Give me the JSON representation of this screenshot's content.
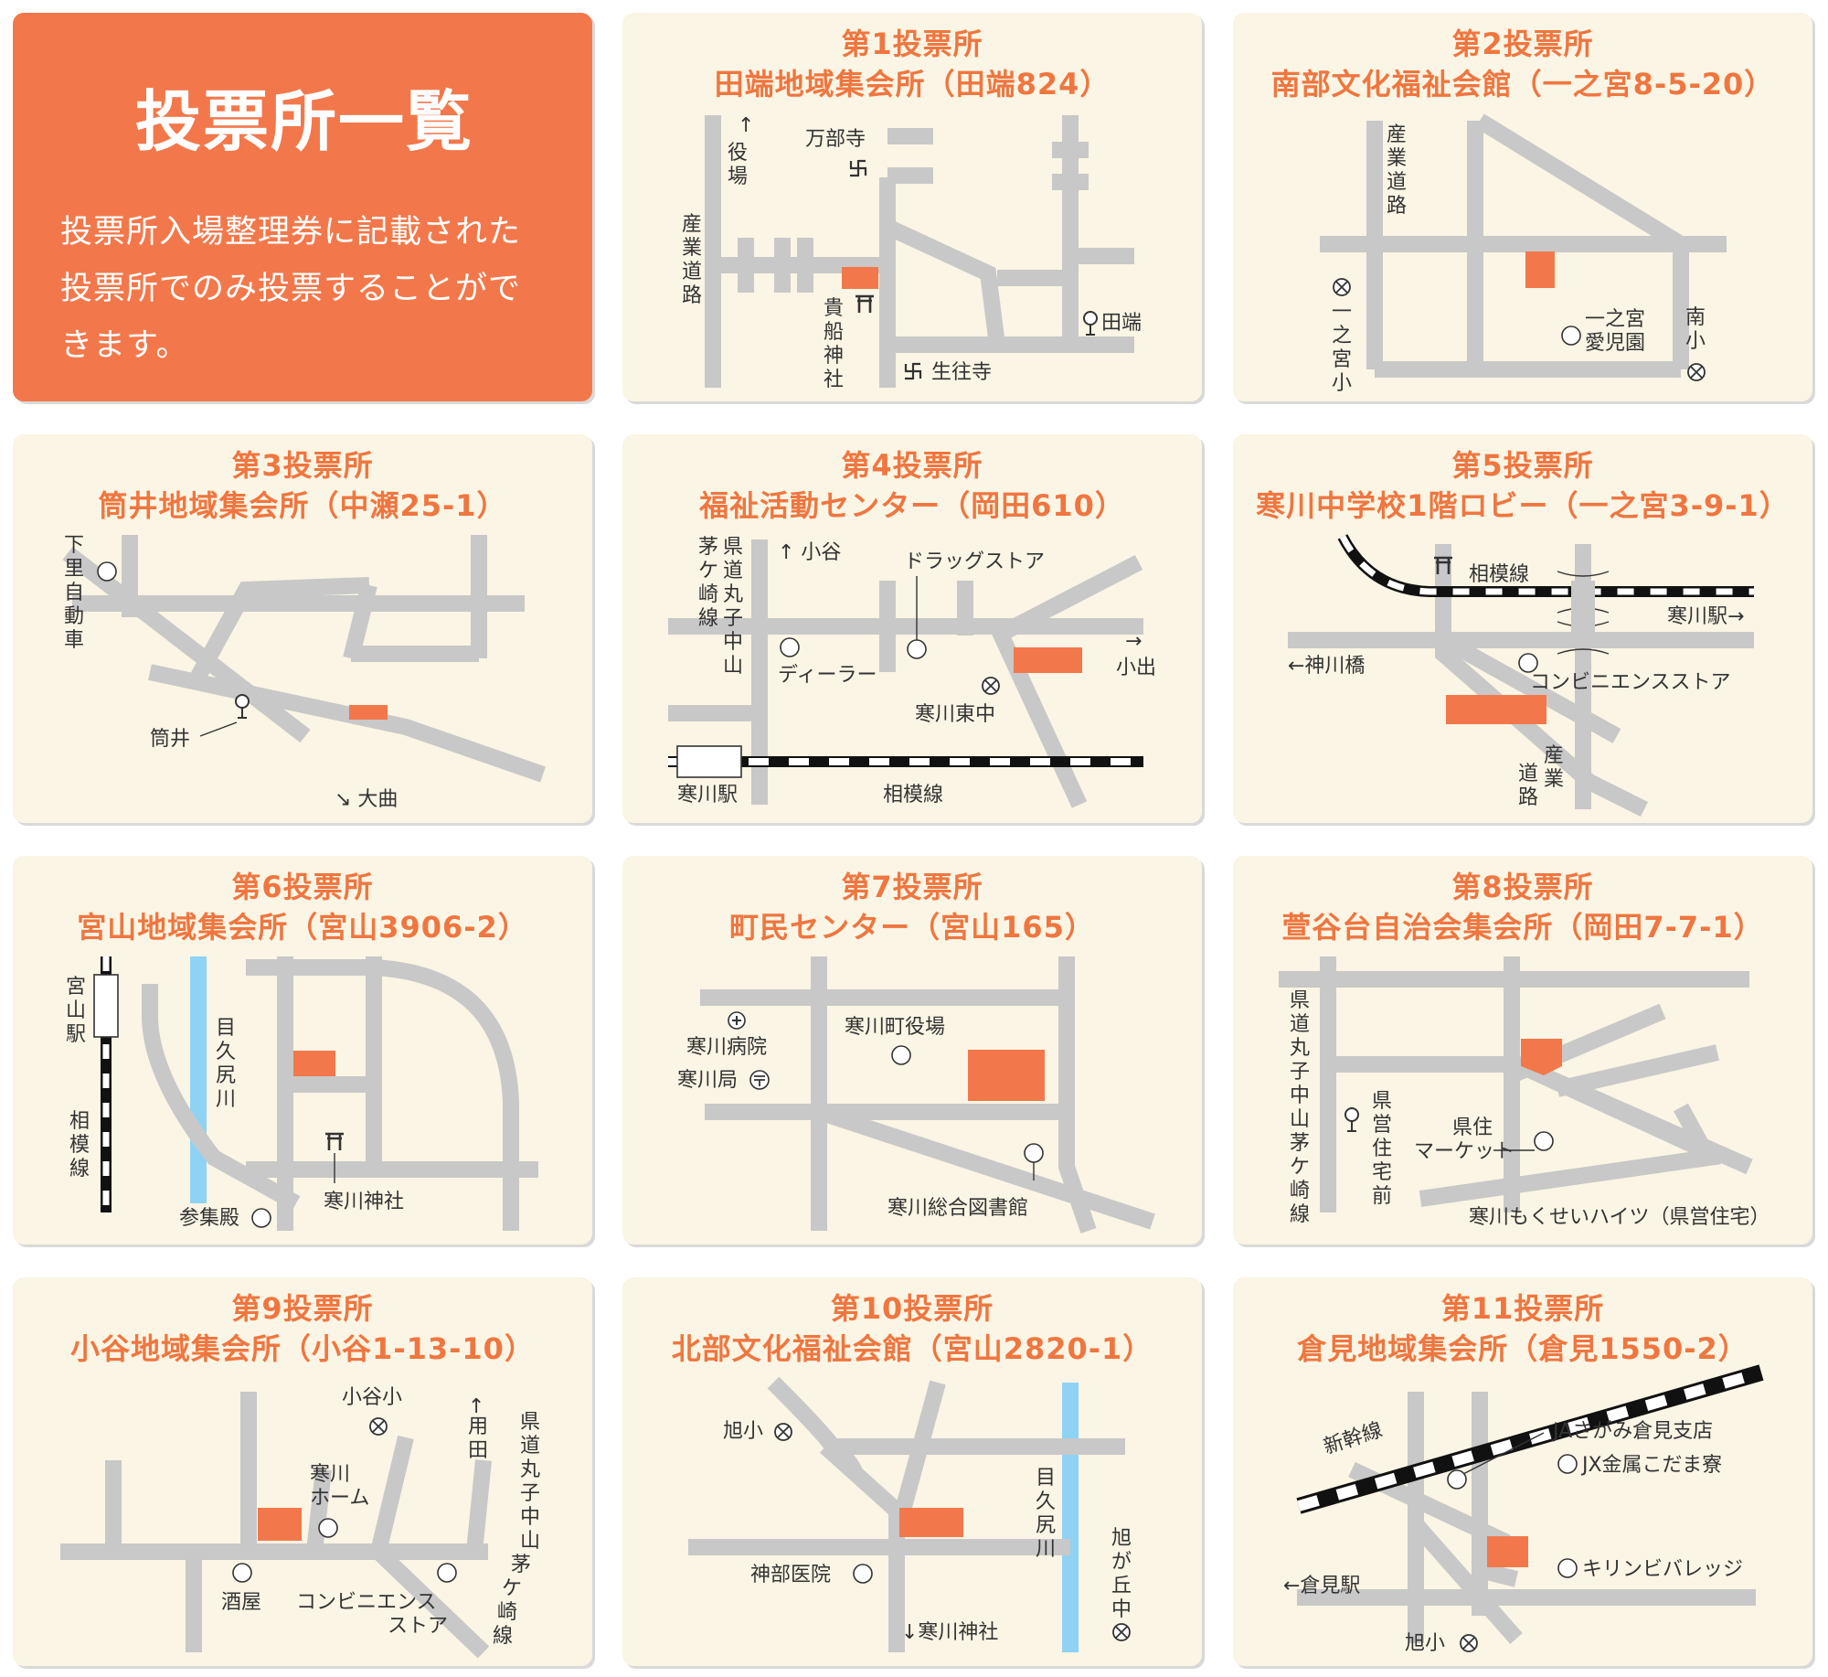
{
  "header": {
    "title": "投票所一覧",
    "lines": [
      "投票所入場整理券に記載された",
      "投票所でのみ投票することがで",
      "きます。"
    ]
  },
  "colors": {
    "accent": "#f2784b",
    "card_bg": "#faf5e4",
    "road": "#c8c8c8",
    "river": "#8fd3f4"
  },
  "stations": [
    {
      "num": "第1投票所",
      "name": "田端地域集会所（田端824）",
      "labels": {
        "yakuba": "役場",
        "arrow_up": "↑",
        "manbuji": "万部寺",
        "sangyo": "産業道路",
        "kifune": "貴船神社",
        "tabata": "田端",
        "shojoji": "生往寺"
      }
    },
    {
      "num": "第2投票所",
      "name": "南部文化福祉会館（一之宮8-5-20）",
      "labels": {
        "sangyo": "産業道路",
        "ichinomiya_sho": "一之宮小",
        "aiji": "一之宮愛児園",
        "aiji1": "一之宮",
        "aiji2": "愛児園",
        "nansho": "南小"
      }
    },
    {
      "num": "第3投票所",
      "name": "筒井地域集会所（中瀬25-1）",
      "labels": {
        "shimori": "下里自動車",
        "tsutsui": "筒井",
        "omagari": "↘ 大曲"
      }
    },
    {
      "num": "第4投票所",
      "name": "福祉活動センター（岡田610）",
      "labels": {
        "kendo": "県道丸子中山茅ケ崎線",
        "koya": "↑ 小谷",
        "drug": "ドラッグストア",
        "dealer": "ディーラー",
        "koide_arrow": "→",
        "koide": "小出",
        "higashi": "寒川東中",
        "station": "寒川駅",
        "line": "相模線"
      }
    },
    {
      "num": "第5投票所",
      "name": "寒川中学校1階ロビー（一之宮3-9-1）",
      "labels": {
        "line": "相模線",
        "station": "寒川駅→",
        "kamikawa": "←神川橋",
        "conv": "コンビニエンスストア",
        "sangyo": "産業道路"
      }
    },
    {
      "num": "第6投票所",
      "name": "宮山地域集会所（宮山3906-2）",
      "labels": {
        "station": "宮山駅",
        "line": "相模線",
        "river": "目久尻川",
        "shrine": "寒川神社",
        "sanshu": "参集殿"
      }
    },
    {
      "num": "第7投票所",
      "name": "町民センター（宮山165）",
      "labels": {
        "hospital": "寒川病院",
        "post": "寒川局",
        "townhall": "寒川町役場",
        "library": "寒川総合図書館"
      }
    },
    {
      "num": "第8投票所",
      "name": "萱谷台自治会集会所（岡田7-7-1）",
      "labels": {
        "kendo": "県道丸子中山茅ケ崎線",
        "bus": "県営住宅前",
        "market1": "県住",
        "market2": "マーケット",
        "heights": "寒川もくせいハイツ（県営住宅）"
      }
    },
    {
      "num": "第9投票所",
      "name": "小谷地域集会所（小谷1-13-10）",
      "labels": {
        "koyasho": "小谷小",
        "home1": "寒川",
        "home2": "ホーム",
        "yoda": "↑用田",
        "kendo": "県道丸子中山茅ケ崎線",
        "sakaya": "酒屋",
        "conv1": "コンビニエンス",
        "conv2": "ストア"
      }
    },
    {
      "num": "第10投票所",
      "name": "北部文化福祉会館（宮山2820-1）",
      "labels": {
        "asahisho": "旭小",
        "river": "目久尻川",
        "asahigaoka": "旭が丘中",
        "kanbe": "神部医院",
        "shrine": "↓寒川神社"
      }
    },
    {
      "num": "第11投票所",
      "name": "倉見地域集会所（倉見1550-2）",
      "labels": {
        "shinkansen": "新幹線",
        "ja": "JAさがみ倉見支店",
        "jx": "JX金属こだま寮",
        "kirin": "キリンビバレッジ",
        "kurami": "←倉見駅",
        "asahisho": "旭小"
      }
    }
  ]
}
